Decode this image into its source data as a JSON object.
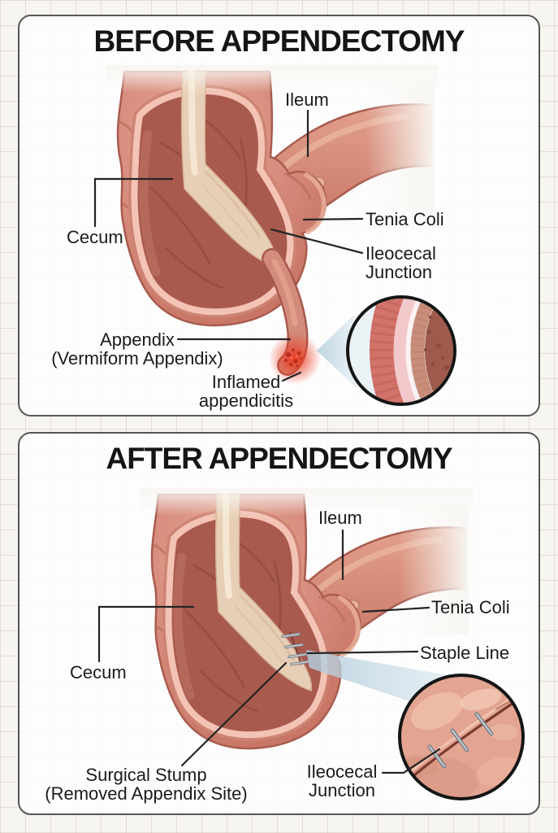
{
  "palette": {
    "background": "#f7f5f0",
    "grid_line": "#cbaeac",
    "panel_fill": "#ffffff",
    "panel_border": "#565656",
    "text": "#1b1b1b",
    "leader_line": "#242424",
    "flesh_outer": "#d5887a",
    "flesh_outline": "#a95c4f",
    "flesh_highlight": "#eec0ac",
    "lumen_dark": "#a95a4f",
    "cut_rim": "#f3c3b6",
    "mesentery_band": "#ead2ba",
    "inflamed_red": "#e03c28",
    "magnifier_cone": "#c3d6e3",
    "inset_border": "#151515",
    "staple_gray": "#7f858e"
  },
  "panel_before": {
    "title": "BEFORE APPENDECTOMY",
    "labels": {
      "ileum": "Ileum",
      "cecum": "Cecum",
      "tenia_coli": "Tenia Coli",
      "ileocecal_junction_line1": "Ileocecal",
      "ileocecal_junction_line2": "Junction",
      "appendix_line1": "Appendix",
      "appendix_line2": "(Vermiform Appendix)",
      "inflamed_line1": "Inflamed",
      "inflamed_line2": "appendicitis"
    }
  },
  "panel_after": {
    "title": "AFTER APPENDECTOMY",
    "labels": {
      "ileum": "Ileum",
      "cecum": "Cecum",
      "tenia_coli": "Tenia Coli",
      "staple_line": "Staple Line",
      "surgical_stump_line1": "Surgical Stump",
      "surgical_stump_line2": "(Removed Appendix Site)",
      "ileocecal_junction_line1": "Ileocecal",
      "ileocecal_junction_line2": "Junction"
    }
  }
}
